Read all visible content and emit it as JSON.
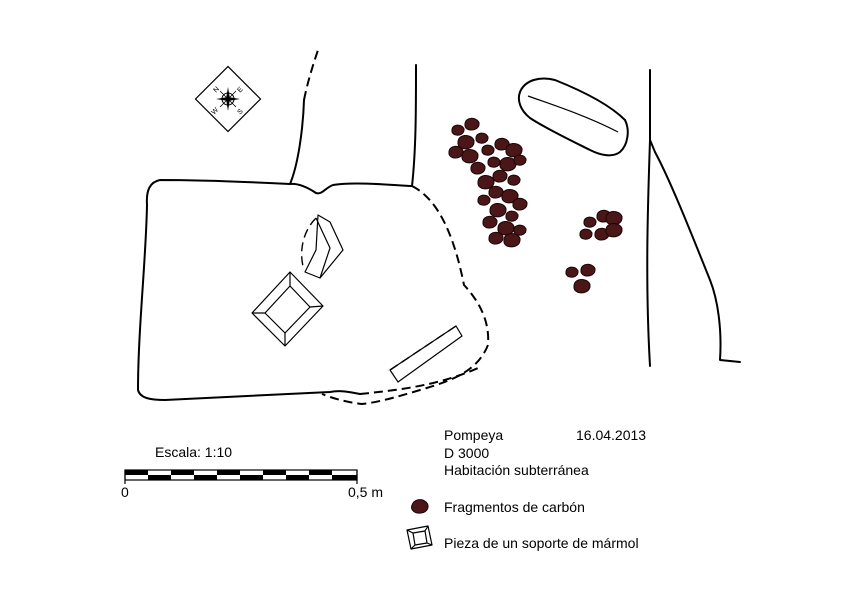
{
  "compass": {
    "north": "N",
    "east": "E",
    "south": "S",
    "west": "W"
  },
  "info": {
    "site": "Pompeya",
    "date": "16.04.2013",
    "code": "D 3000",
    "room": "Habitación subterránea"
  },
  "scale": {
    "label": "Escala: 1:10",
    "start": "0",
    "end": "0,5 m"
  },
  "legend": {
    "coal": "Fragmentos de carbón",
    "marble": "Pieza de un soporte de mármol"
  },
  "colors": {
    "coal_fill": "#4a1618",
    "line": "#000000"
  }
}
